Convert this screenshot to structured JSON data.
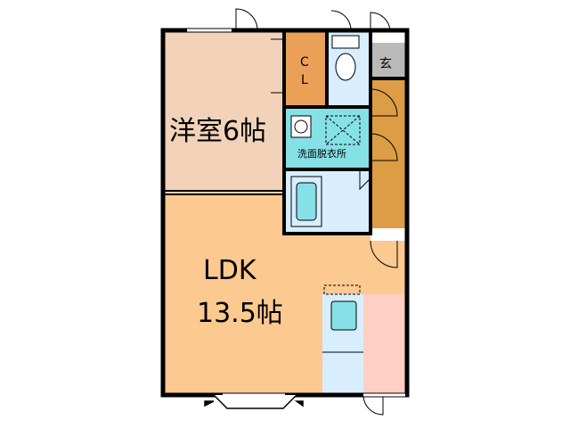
{
  "floor_plan": {
    "rooms": {
      "western_room": {
        "label": "洋室6帖"
      },
      "ldk": {
        "label_line1": "LDK",
        "label_line2": "13.5帖"
      },
      "closet": {
        "label_line1": "C",
        "label_line2": "L"
      },
      "washroom": {
        "label": "洗面脱衣所"
      },
      "entrance": {
        "label": "玄"
      }
    },
    "colors": {
      "western_room": "#F2D3B9",
      "ldk": "#FCC991",
      "closet": "#EBA058",
      "hallway": "#DD9D45",
      "toilet": "#D8EEFF",
      "washroom": "#86E1E6",
      "bath": "#D8EEFF",
      "entrance": "#B9B9B9",
      "kitchen_counter": "#D8EEFF",
      "kitchen_floor": "#FECFC2",
      "wall": "#000000"
    }
  }
}
